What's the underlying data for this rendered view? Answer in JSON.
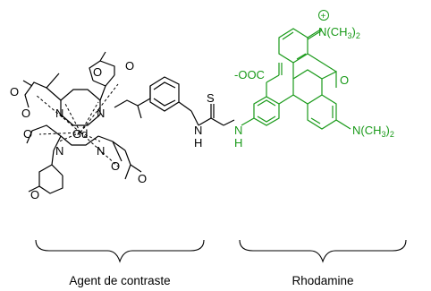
{
  "colors": {
    "black_part": "#000000",
    "green_part": "#1a9a1a"
  },
  "labels": {
    "metal": "Gd",
    "n1": "N",
    "n2": "N",
    "n3": "N",
    "n4": "N",
    "o1": "O",
    "o2": "O",
    "o3": "O",
    "o4": "O",
    "o5": "O",
    "o6": "O",
    "o7": "O",
    "o8": "O",
    "thio_s": "S",
    "nh1_n": "N",
    "nh1_h": "H",
    "nh2_n": "N",
    "nh2_h": "H",
    "charge_plus": "+",
    "iminium": "N(CH",
    "iminium_sub": "3",
    "iminium_tail": ")",
    "iminium_sub2": "2",
    "carboxylate": "-OOC",
    "xanthene_o": "O",
    "amine": "N(CH",
    "amine_sub": "3",
    "amine_tail": ")",
    "amine_sub2": "2"
  },
  "captions": {
    "left": "Agent de contraste",
    "right": "Rhodamine"
  }
}
